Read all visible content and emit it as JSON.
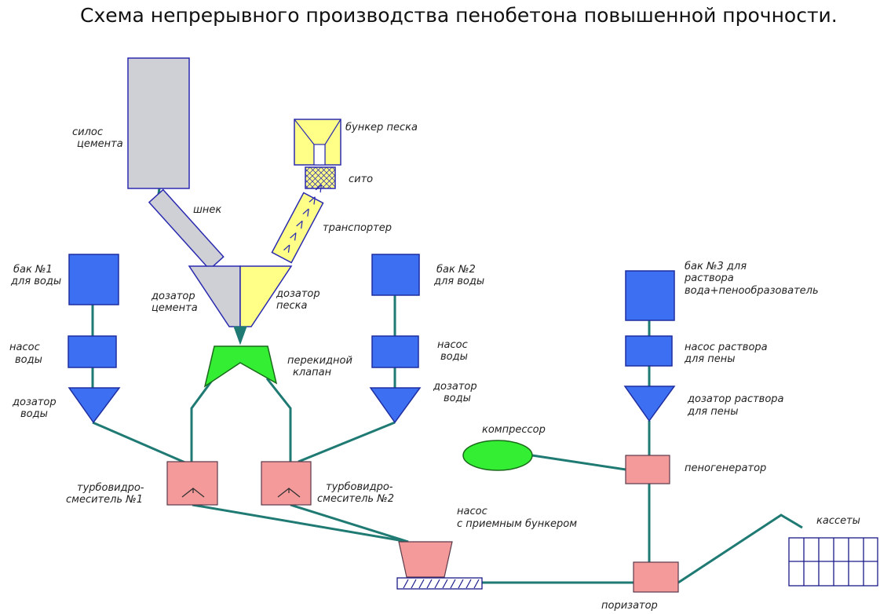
{
  "title": "Схема непрерывного производства пенобетона повышенной прочности.",
  "labels": {
    "silo": [
      "силос",
      "цемента"
    ],
    "auger": "шнек",
    "sand_hopper": "бункер песка",
    "sieve": "сито",
    "conveyor": "транспортер",
    "tank1": [
      "бак №1",
      "для воды"
    ],
    "pump1": [
      "насос",
      "воды"
    ],
    "doser1": [
      "дозатор",
      "воды"
    ],
    "cement_doser": [
      "дозатор",
      "цемента"
    ],
    "sand_doser": [
      "дозатор",
      "песка"
    ],
    "valve": [
      "перекидной",
      "клапан"
    ],
    "tank2": [
      "бак №2",
      "для воды"
    ],
    "pump2": [
      "насос",
      "воды"
    ],
    "doser2": [
      "дозатор",
      "воды"
    ],
    "mixer1": [
      "турбовидро-",
      "смеситель №1"
    ],
    "mixer2": [
      "турбовидро-",
      "смеситель №2"
    ],
    "tank3": [
      "бак №3 для",
      "раствора",
      "вода+пенообразователь"
    ],
    "pump3": [
      "насос раствора",
      "для пены"
    ],
    "doser3": [
      "дозатор раствора",
      "для пены"
    ],
    "compressor": "компрессор",
    "foam_gen": "пеногенератор",
    "hopper_pump": [
      "насос",
      "с приемным бункером"
    ],
    "cassettes": "кассеты",
    "porizator": "поризатор"
  },
  "colors": {
    "water_equipment": "#3d6ff2",
    "mixers": "#f59a9a",
    "cement": "#cfcfd6",
    "sand": "#ffff88",
    "valve_compressor": "#33ee33",
    "pipes": "#1f7a73"
  }
}
